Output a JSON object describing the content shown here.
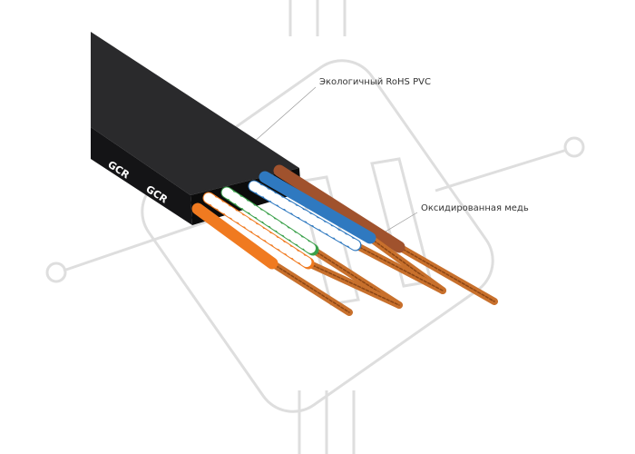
{
  "labels": {
    "jacket": "Экологичный RoHS PVC",
    "conductor": "Оксидированная медь"
  },
  "cable_print": [
    "GCR",
    "GCR"
  ],
  "colors": {
    "jacket": "#1c1c1e",
    "copper": "#c8702c",
    "brown": "#a0522d",
    "blue": "#2f79c0",
    "green": "#3aa04a",
    "orange": "#f07a20",
    "watermark": "#dcdcdc"
  }
}
